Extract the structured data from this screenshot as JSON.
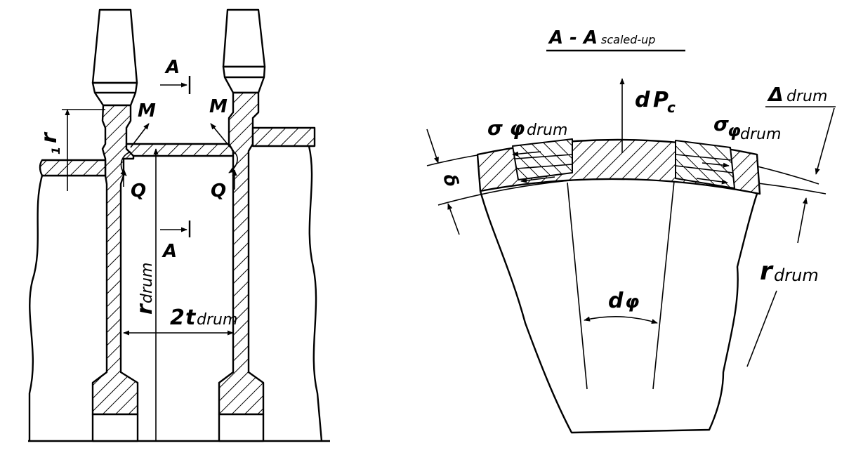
{
  "labels": {
    "section_title_main": "A - A",
    "section_title_note": "scaled-up",
    "section_mark_top": "A",
    "section_mark_bottom": "A",
    "moment_left": "M",
    "moment_right": "M",
    "shear_left": "Q",
    "shear_right": "Q",
    "r1_sym": "r",
    "r1_sub": "1",
    "rdrum_sym": "r",
    "rdrum_sub": "drum",
    "tdrum_pre": "2",
    "tdrum_sym": "t",
    "tdrum_sub": "drum",
    "dPc_d": "d",
    "dPc_P": "P",
    "dPc_sub": "c",
    "sigma_left_sym": "σ φ",
    "sigma_left_sub": "drum",
    "sigma_right_sym": "σ",
    "sigma_right_phi": "φ",
    "sigma_right_sub": "drum",
    "delta_sym": "Δ",
    "delta_sub": "drum",
    "delta_thickness": "δ",
    "rdrum2_sym": "r",
    "rdrum2_sub": "drum",
    "dphi_d": "d",
    "dphi_sym": "φ"
  }
}
